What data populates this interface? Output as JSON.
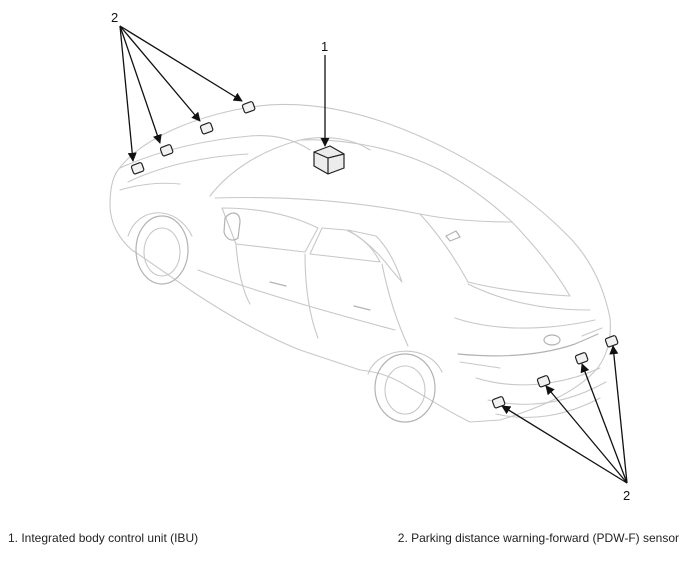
{
  "callouts": {
    "ibu_number": "1",
    "sensor_number_top": "2",
    "sensor_number_bottom": "2"
  },
  "legend": [
    {
      "text": "1. Integrated body control unit (IBU)"
    },
    {
      "text": "2. Parking distance warning-forward (PDW-F) sensor"
    }
  ]
}
